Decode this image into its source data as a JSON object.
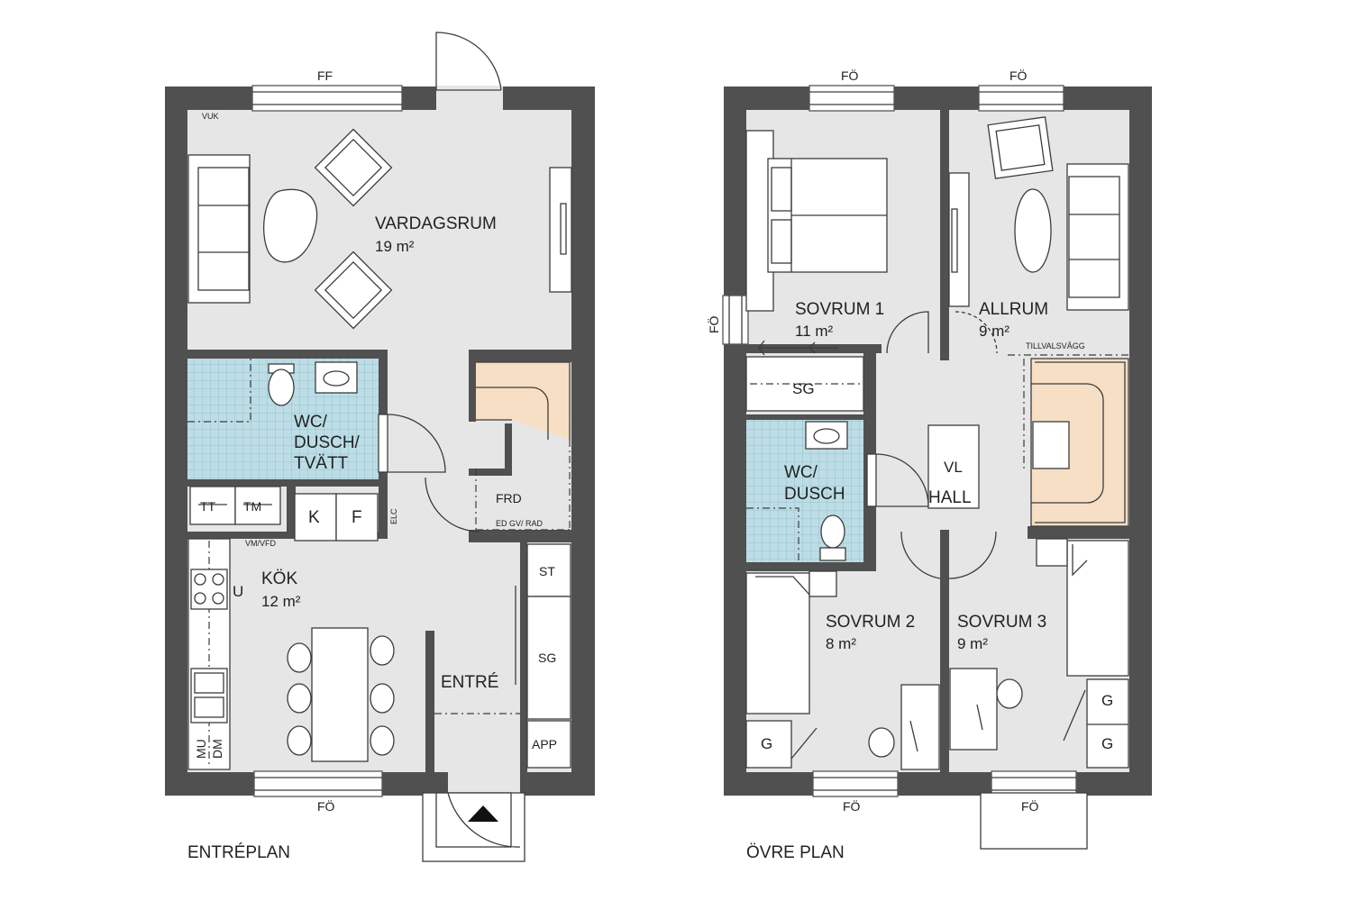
{
  "entreplan": {
    "title": "ENTRÉPLAN",
    "vardagsrum": {
      "name": "VARDAGSRUM",
      "area": "19 m²"
    },
    "wc": {
      "line1": "WC/",
      "line2": "DUSCH/",
      "line3": "TVÄTT"
    },
    "kok": {
      "name": "KÖK",
      "area": "12 m²"
    },
    "entre": "ENTRÉ",
    "frd": "FRD",
    "ed_gv_rad": "ED GV/ RAD",
    "vuk": "VUK",
    "vm_vfd": "VM/VFD",
    "elc": "ELC",
    "tt": "TT",
    "tm": "TM",
    "k": "K",
    "f": "F",
    "u": "U",
    "mu": "MU",
    "dm": "DM",
    "st": "ST",
    "sg": "SG",
    "app": "APP",
    "window_top": "FF",
    "window_bottom": "FÖ"
  },
  "ovre_plan": {
    "title": "ÖVRE PLAN",
    "sovrum1": {
      "name": "SOVRUM 1",
      "area": "11 m²"
    },
    "allrum": {
      "name": "ALLRUM",
      "area": "9 m²"
    },
    "sovrum2": {
      "name": "SOVRUM 2",
      "area": "8 m²"
    },
    "sovrum3": {
      "name": "SOVRUM 3",
      "area": "9 m²"
    },
    "wc": {
      "line1": "WC/",
      "line2": "DUSCH"
    },
    "hall": "HALL",
    "vl": "VL",
    "sg": "SG",
    "tillvalsvagg": "TILLVALSVÄGG",
    "g": "G",
    "window_top_left": "FÖ",
    "window_top_right": "FÖ",
    "window_side": "FÖ",
    "window_bottom_left": "FÖ",
    "window_bottom_right": "FÖ"
  }
}
